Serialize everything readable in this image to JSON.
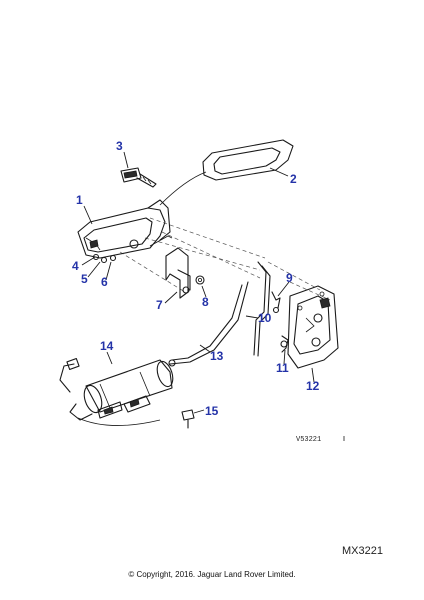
{
  "diagram": {
    "callouts": [
      "1",
      "2",
      "3",
      "4",
      "5",
      "6",
      "7",
      "8",
      "9",
      "10",
      "11",
      "12",
      "13",
      "14",
      "15"
    ],
    "drawing_code": "V53221",
    "mx_code": "MX3221",
    "copyright": "© Copyright, 2016. Jaguar Land Rover Limited."
  }
}
